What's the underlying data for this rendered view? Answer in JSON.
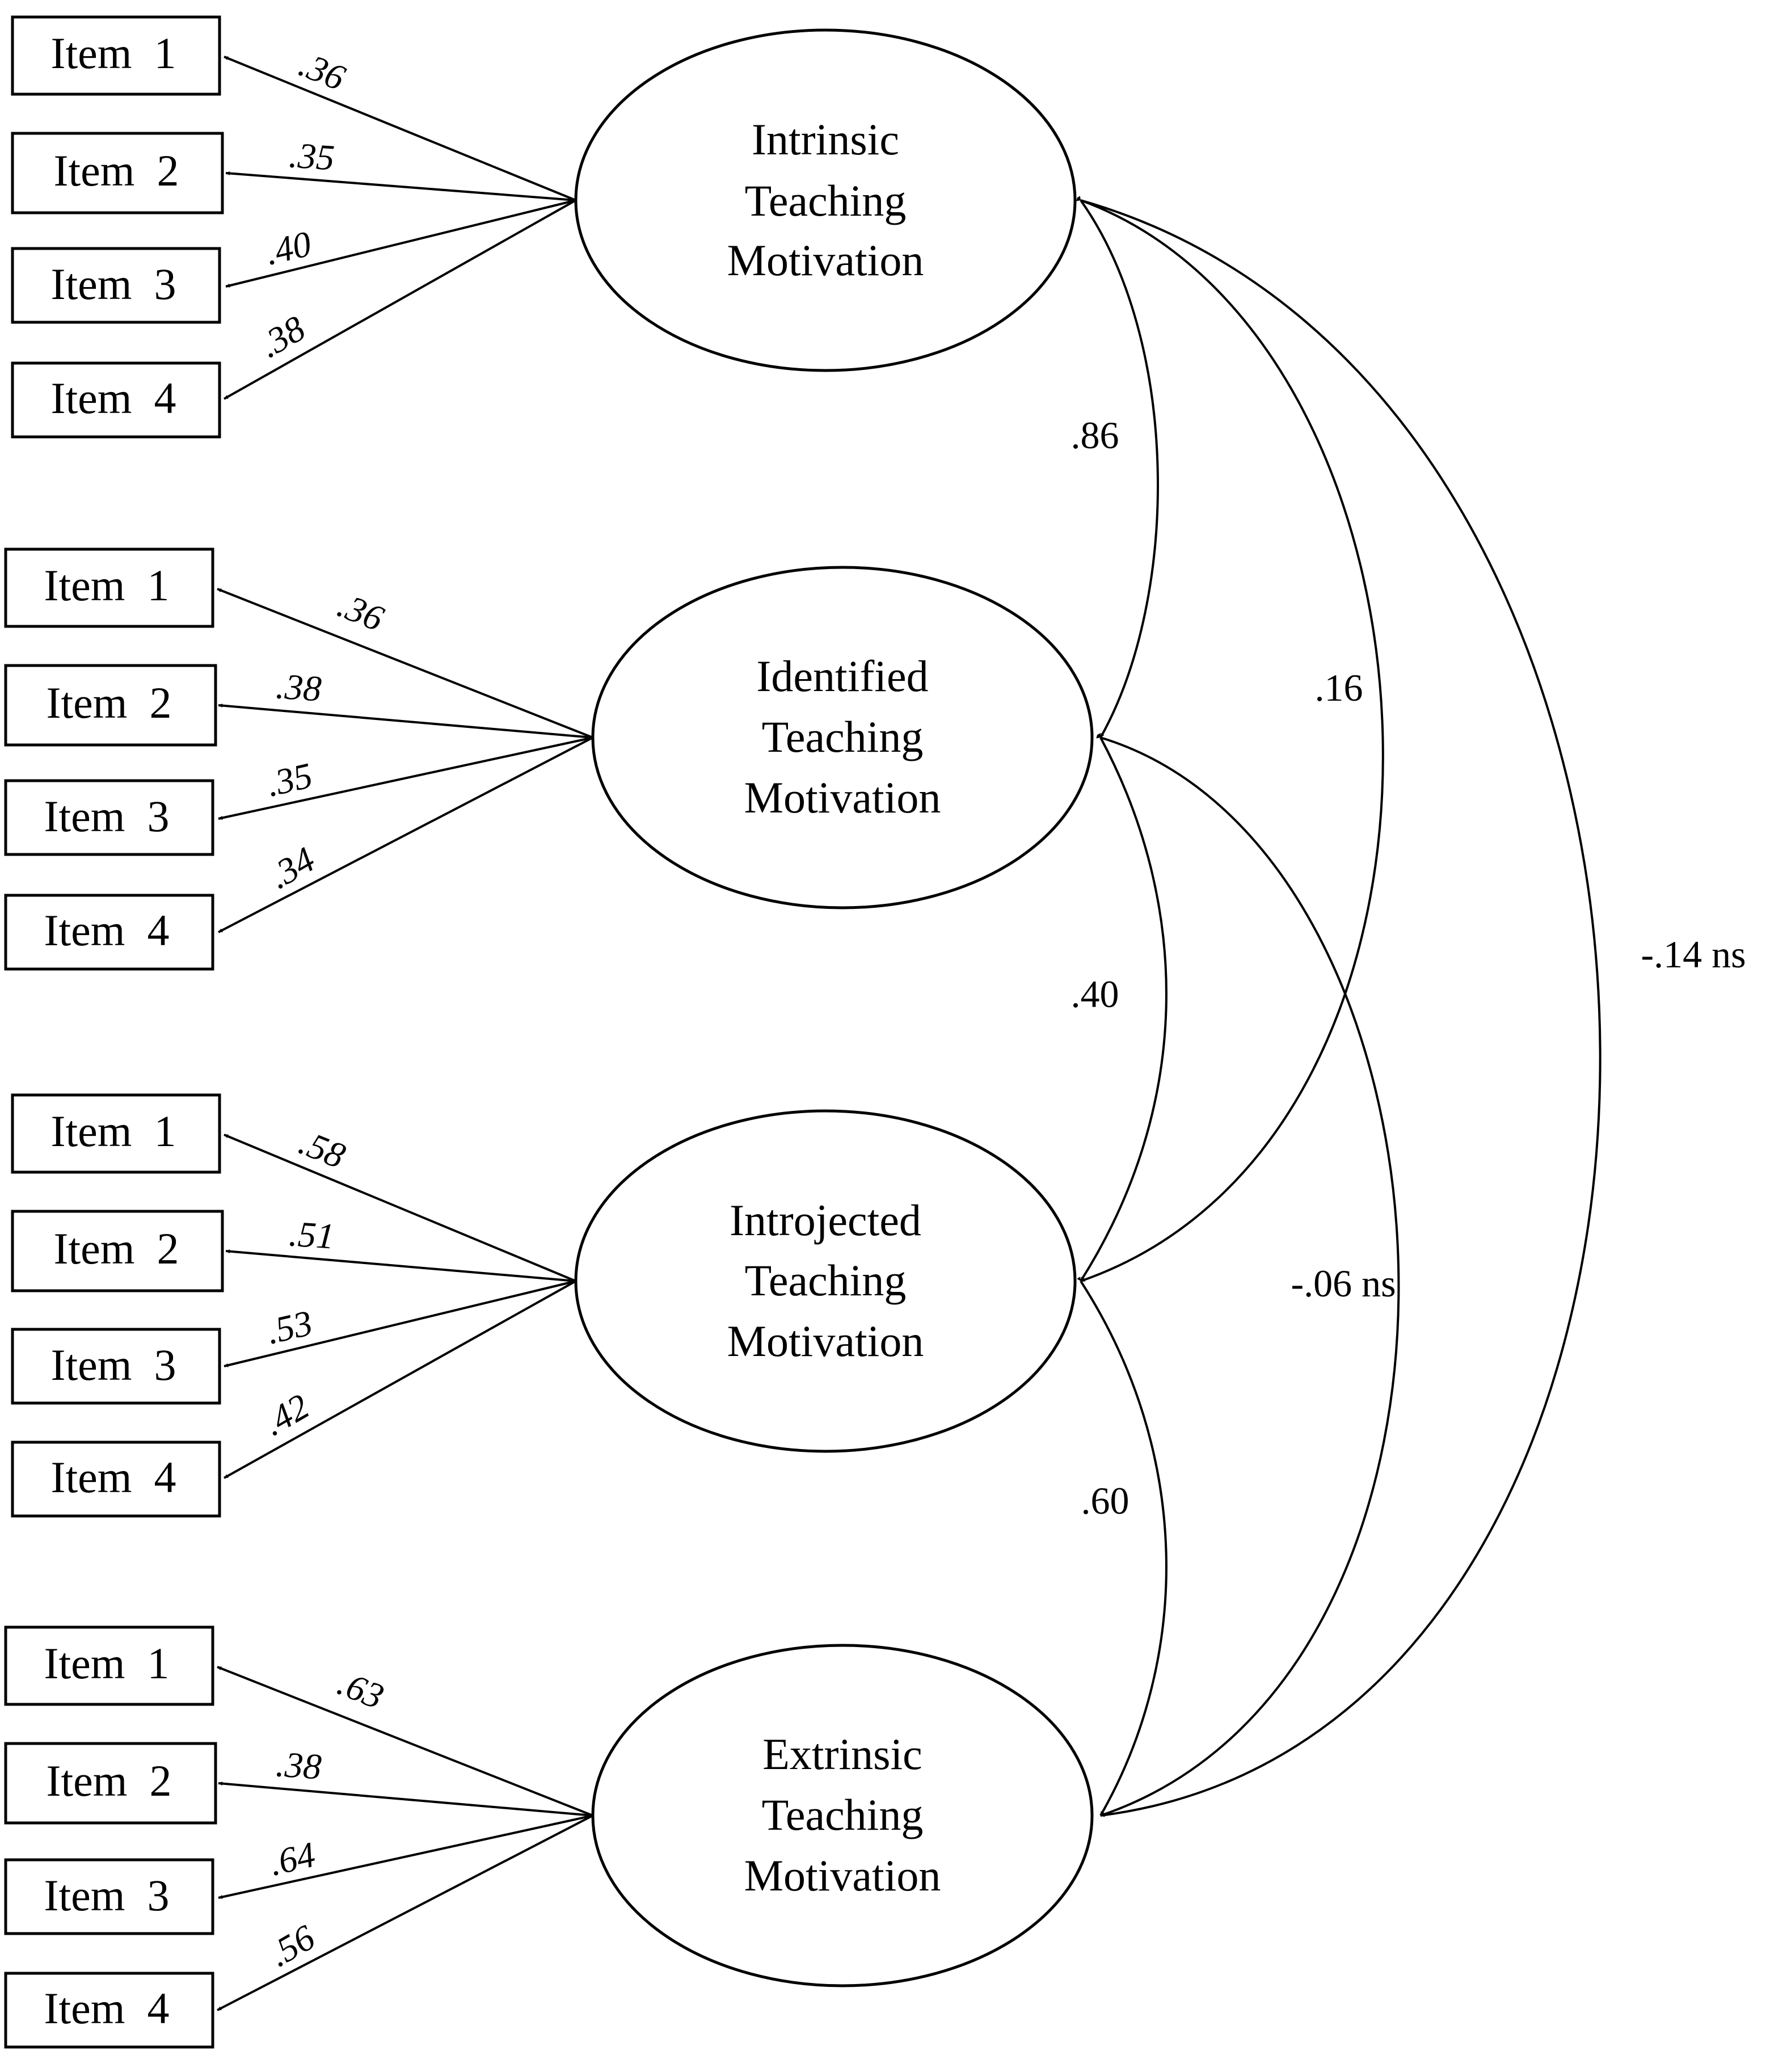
{
  "factors": [
    {
      "id": "f1",
      "lines": [
        "Intrinsic",
        "Teaching",
        "Motivation"
      ],
      "items": [
        "Item  1",
        "Item  2",
        "Item  3",
        "Item  4"
      ],
      "loadings": [
        ".36",
        ".35",
        ".40",
        ".38"
      ]
    },
    {
      "id": "f2",
      "lines": [
        "Identified",
        "Teaching",
        "Motivation"
      ],
      "items": [
        "Item  1",
        "Item  2",
        "Item  3",
        "Item  4"
      ],
      "loadings": [
        ".36",
        ".38",
        ".35",
        ".34"
      ]
    },
    {
      "id": "f3",
      "lines": [
        "Introjected",
        "Teaching",
        "Motivation"
      ],
      "items": [
        "Item  1",
        "Item  2",
        "Item  3",
        "Item  4"
      ],
      "loadings": [
        ".58",
        ".51",
        ".53",
        ".42"
      ]
    },
    {
      "id": "f4",
      "lines": [
        "Extrinsic",
        "Teaching",
        "Motivation"
      ],
      "items": [
        "Item  1",
        "Item  2",
        "Item  3",
        "Item  4"
      ],
      "loadings": [
        ".63",
        ".38",
        ".64",
        ".56"
      ]
    }
  ],
  "correlations": [
    {
      "from": "Intrinsic Teaching Motivation",
      "to": "Identified Teaching Motivation",
      "value": ".86"
    },
    {
      "from": "Identified Teaching Motivation",
      "to": "Introjected Teaching Motivation",
      "value": ".40"
    },
    {
      "from": "Introjected Teaching Motivation",
      "to": "Extrinsic Teaching Motivation",
      "value": ".60"
    },
    {
      "from": "Intrinsic Teaching Motivation",
      "to": "Introjected Teaching Motivation",
      "value": ".16"
    },
    {
      "from": "Identified Teaching Motivation",
      "to": "Extrinsic Teaching Motivation",
      "value": "-.06 ns"
    },
    {
      "from": "Intrinsic Teaching Motivation",
      "to": "Extrinsic Teaching Motivation",
      "value": "-.14 ns"
    }
  ]
}
